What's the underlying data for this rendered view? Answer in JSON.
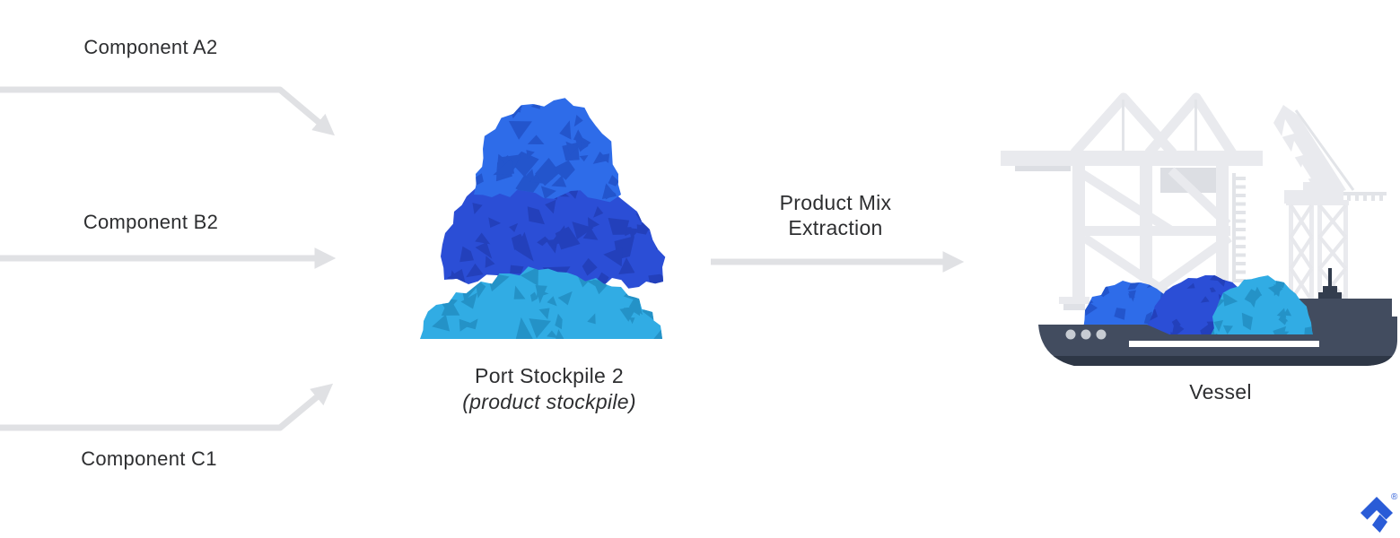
{
  "diagram": {
    "inputs": [
      {
        "label": "Component A2"
      },
      {
        "label": "Component B2"
      },
      {
        "label": "Component C1"
      }
    ],
    "stockpile": {
      "title": "Port Stockpile 2",
      "subtitle": "(product stockpile)"
    },
    "process": {
      "label_lines": [
        "Product Mix",
        "Extraction"
      ]
    },
    "output": {
      "label": "Vessel"
    },
    "branding": {
      "registered_mark": "®",
      "logo": "toptal-logomark"
    },
    "colors": {
      "arrow": "#e0e1e4",
      "text": "#2d2e30",
      "pile_top_blue": "#2e6ce9",
      "pile_top_speckle": "#2355cc",
      "pile_mid_blue": "#2b4ed6",
      "pile_mid_speckle": "#2340bb",
      "pile_cyan": "#31ace4",
      "pile_cyan_speckle": "#2492c7",
      "crane_light": "#e9eaee",
      "crane_mid": "#dfe1e6",
      "crane_dark": "#dcdee3",
      "hull": "#424c5f",
      "hull_dark": "#2e3746",
      "porthole": "#c7ccd3",
      "stripe": "#ffffff",
      "logo_blue": "#2a5cd7"
    }
  }
}
